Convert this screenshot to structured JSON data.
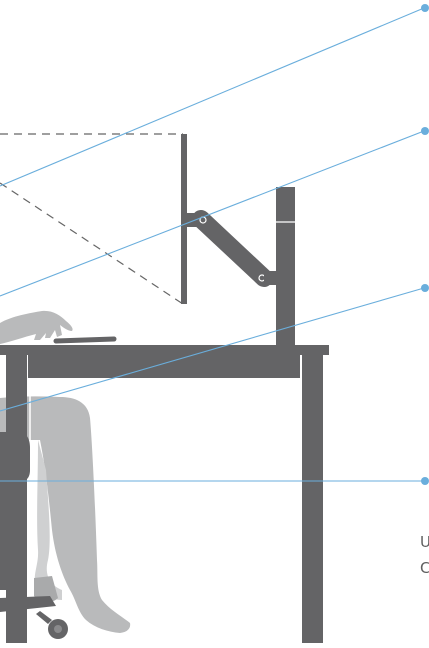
{
  "colors": {
    "furniture": "#646466",
    "person": "#b9babb",
    "callout_line": "#6aaedc",
    "background": "#ffffff",
    "text": "#5f5f5f"
  },
  "annotations": [
    {
      "marker": "callout-dot-1"
    },
    {
      "marker": "callout-dot-2"
    },
    {
      "marker": "callout-dot-3"
    },
    {
      "marker": "callout-dot-4"
    }
  ],
  "cropped_text": {
    "line1": "U",
    "line2": "C"
  }
}
